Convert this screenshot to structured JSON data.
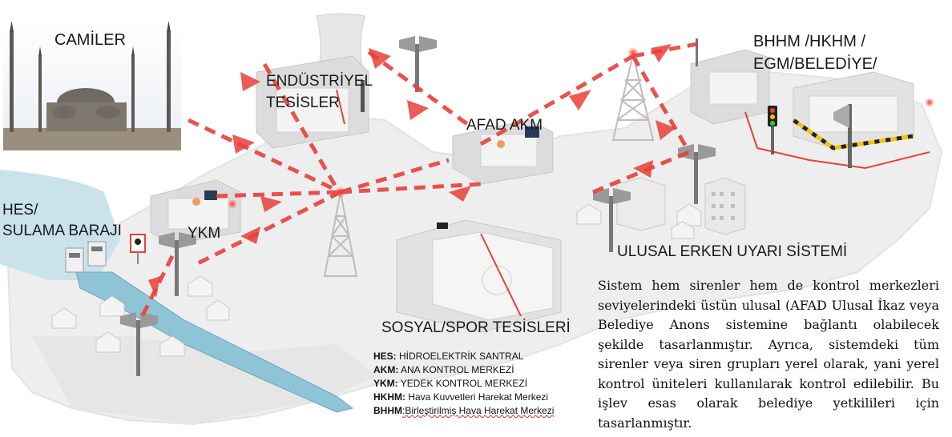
{
  "labels": {
    "camiler": "CAMİLER",
    "endustriyel_line1": "ENDÜSTRİYEL",
    "endustriyel_line2": "TESİSLER",
    "afad_akm": "AFAD AKM",
    "bhhm_line1": "BHHM /HKHM /",
    "bhhm_line2": "EGM/BELEDİYE/",
    "hes_line1": "HES/",
    "hes_line2": "SULAMA BARAJI",
    "ykm": "YKM",
    "ulusal": "ULUSAL ERKEN UYARI SİSTEMİ",
    "sosyal": "SOSYAL/SPOR TESİSLERİ"
  },
  "legend": [
    {
      "abbr": "HES:",
      "text": " HİDROELEKTRİK SANTRAL"
    },
    {
      "abbr": "AKM:",
      "text": " ANA KONTROL MERKEZİ"
    },
    {
      "abbr": "YKM:",
      "text": " YEDEK KONTROL MERKEZİ"
    },
    {
      "abbr": "HKHM:",
      "text": " Hava Kuvvetleri Harekat Merkezi"
    },
    {
      "abbr": "BHHM",
      "text": ":Birleştirilmiş Hava Harekat Merkezi"
    }
  ],
  "description": "Sistem hem sirenler hem de kontrol merkezleri seviyelerindeki üstün ulusal (AFAD Ulusal İkaz veya Belediye Anons sistemine bağlantı olabilecek şekilde tasarlanmıştır. Ayrıca, sistemdeki tüm sirenler veya siren grupları yerel olarak, yani yerel kontrol üniteleri kullanılarak kontrol edilebilir. Bu işlev esas olarak belediye yetkilileri için tasarlanmıştır.",
  "colors": {
    "link_red": "#e8403a",
    "map_gray": "#eeeeee",
    "water": "#8fc3d6",
    "building": "#dcdcdc"
  }
}
